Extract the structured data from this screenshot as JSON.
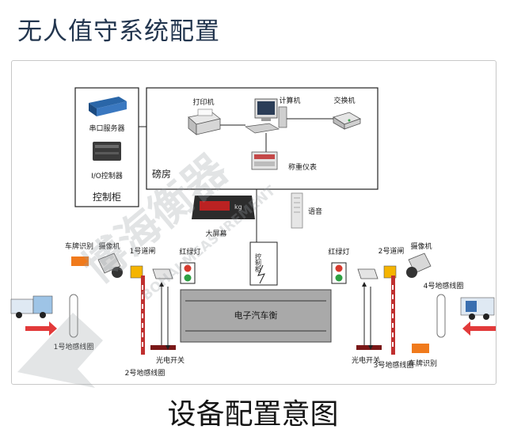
{
  "title": "无人值守系统配置",
  "caption": "设备配置意图",
  "control_cabinet": {
    "serial_server": "串口服务器",
    "io_controller": "I/O控制器",
    "label": "控制柜"
  },
  "weigh_room": {
    "label": "磅房",
    "printer": "打印机",
    "computer": "计算机",
    "switch": "交换机",
    "indicator": "称重仪表"
  },
  "big_screen": "大屏幕",
  "speaker": "语音",
  "junction_box": "控制柜",
  "scale": "电子汽车衡",
  "left_side": {
    "plate_recognition": "车牌识别",
    "camera": "摄像机",
    "barrier": "1号道闸",
    "traffic_light": "红绿灯",
    "loop_top": "1号地感线圈",
    "loop_bottom": "2号地感线圈",
    "photo_switch": "光电开关"
  },
  "right_side": {
    "traffic_light": "红绿灯",
    "barrier": "2号道闸",
    "camera": "摄像机",
    "loop_top": "4号地感线圈",
    "loop_bottom": "3号地感线圈",
    "photo_switch": "光电开关",
    "plate_recognition": "车牌识别"
  },
  "watermark": {
    "brand": "博海衡器",
    "english": "BOHAI MEASUREMENT"
  },
  "colors": {
    "title": "#23364f",
    "arrow": "#e23a3a",
    "scale": "#a9a9a9",
    "plate_box": "#f07a1c",
    "light_red": "#d63a2e",
    "light_green": "#2ea043"
  }
}
